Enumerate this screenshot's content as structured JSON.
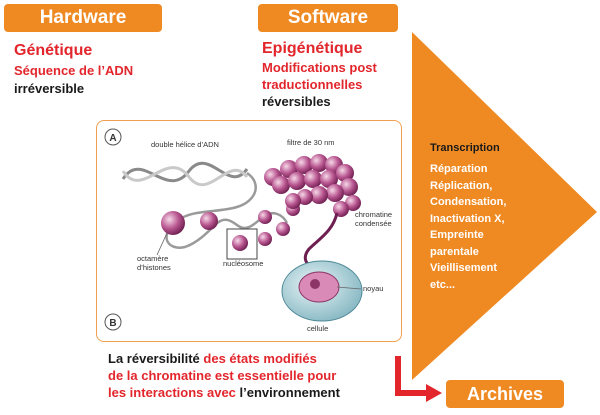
{
  "header": {
    "hardware": "Hardware",
    "software": "Software"
  },
  "genetic": {
    "title": "Génétique",
    "line1": "Séquence de l’ADN",
    "line2": "irréversible"
  },
  "epigenetic": {
    "title": "Epigénétique",
    "line1": "Modifications post",
    "line2": "traductionnelles",
    "line3": "réversibles"
  },
  "figure": {
    "panel_a": "A",
    "panel_b": "B",
    "dna_label": "double hélice d’ADN",
    "fiber_label": "filtre de 30 nm",
    "chromatin_label_1": "chromatine",
    "chromatin_label_2": "condensée",
    "octamer_label_1": "octamère",
    "octamer_label_2": "d’histones",
    "nucleosome_label": "nucléosome",
    "nucleus_label": "noyau",
    "cell_label": "cellule"
  },
  "arrow": {
    "transcription": "Transcription",
    "activities": [
      "Réparation",
      "Réplication,",
      "Condensation,",
      "Inactivation X,",
      "Empreinte",
      "parentale",
      "Vieillisement",
      "etc..."
    ]
  },
  "bottom": {
    "l1_a": "La ",
    "l1_b": "réversibilité",
    "l1_c": " des états modifiés",
    "l2": "de la chromatine est essentielle pour",
    "l3_a": "les interactions avec ",
    "l3_b": "l’environnement"
  },
  "archives": "Archives",
  "colors": {
    "orange": "#ef8a23",
    "red": "#e2262c",
    "purple": "#a8427e"
  }
}
